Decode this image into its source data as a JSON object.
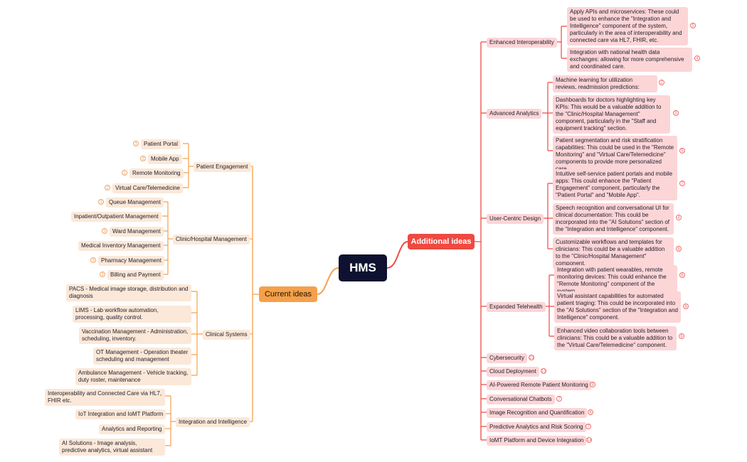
{
  "root": "HMS",
  "left_main": "Current ideas",
  "right_main": "Additional ideas",
  "left": {
    "patient_engagement": {
      "label": "Patient Engagement",
      "items": [
        {
          "label": "Patient Portal",
          "count": "3"
        },
        {
          "label": "Mobile App",
          "count": "3"
        },
        {
          "label": "Remote Monitoring",
          "count": "1"
        },
        {
          "label": "Virtual Care/Telemedicine",
          "count": "2"
        }
      ]
    },
    "clinic_management": {
      "label": "Clinic/Hospital Management",
      "items": [
        {
          "label": "Queue Management",
          "count": "3"
        },
        {
          "label": "Inpatient/Outpatient Management",
          "count": ""
        },
        {
          "label": "Ward Management",
          "count": "3"
        },
        {
          "label": "Medical Inventory Management",
          "count": ""
        },
        {
          "label": "Pharmacy Management",
          "count": "3"
        },
        {
          "label": "Billing and Payment",
          "count": "3"
        }
      ]
    },
    "clinical_systems": {
      "label": "Clinical Systems",
      "items": [
        "PACS - Medical image storage, distribution and diagnosis",
        "LIMS - Lab workflow automation, processing, quality control.",
        "Vaccination Management - Administration, scheduling, inventory.",
        "OT Management - Operation theater scheduling and management",
        "Ambulance Management - Vehicle tracking, duty roster, maintenance"
      ]
    },
    "integration": {
      "label": "Integration and Intelligence",
      "items": [
        "Interoperability and Connected Care via HL7, FHIR etc.",
        "IoT Integration and IoMT Platform",
        "Analytics and Reporting",
        "AI Solutions - Image analysis, predictive analytics, virtual assistant"
      ]
    }
  },
  "right": {
    "interoperability": {
      "label": "Enhanced Interoperability",
      "items": [
        {
          "text": "Apply APIs and microservices: These could be used to enhance the \"Integration and Intelligence\" component of the system, particularly in the area of interoperability and connected care via HL7, FHIR, etc.",
          "count": "5"
        },
        {
          "text": "Integration with national health data exchanges: allowing for more comprehensive and coordinated care.",
          "count": "4"
        }
      ]
    },
    "analytics": {
      "label": "Advanced Analytics",
      "items": [
        {
          "text": "Machine learning for utilization reviews, readmission predictions:",
          "count": "2"
        },
        {
          "text": "Dashboards for doctors highlighting key KPIs: This would be a valuable addition to the \"Clinic/Hospital Management\" component, particularly in the \"Staff and equipment tracking\" section.",
          "count": "5"
        },
        {
          "text": "Patient segmentation and risk stratification capabilities: This could be used in the \"Remote Monitoring\" and \"Virtual Care/Telemedicine\" components to provide more personalized care.",
          "count": "5"
        }
      ]
    },
    "ucd": {
      "label": "User-Centric Design",
      "items": [
        {
          "text": "Intuitive self-service patient portals and mobile apps: This could enhance the \"Patient Engagement\" component, particularly the \"Patient Portal\" and \"Mobile App\".",
          "count": "7"
        },
        {
          "text": "Speech recognition and conversational UI for clinical documentation: This could be incorporated into the \"AI Solutions\" section of the \"Integration and Intelligence\" component.",
          "count": "4"
        },
        {
          "text": "Customizable workflows and templates for clinicians: This could be a valuable addition to the \"Clinic/Hospital Management\" component.",
          "count": "6"
        }
      ]
    },
    "telehealth": {
      "label": "Expanded Telehealth",
      "items": [
        {
          "text": "Integration with patient wearables, remote monitoring devices: This could enhance the \"Remote Monitoring\" component of the system.",
          "count": "6"
        },
        {
          "text": "Virtual assistant capabilities for automated patient triaging: This could be incorporated into the \"AI Solutions\" section of the \"Integration and Intelligence\" component.",
          "count": "6"
        },
        {
          "text": "Enhanced video collaboration tools between clinicians: This could be a valuable addition to the \"Virtual Care/Telemedicine\" component.",
          "count": "6"
        }
      ]
    },
    "simple": [
      {
        "label": "Cybersecurity",
        "count": "21"
      },
      {
        "label": "Cloud Deployment",
        "count": "13"
      },
      {
        "label": "AI-Powered Remote Patient Monitoring",
        "count": "9"
      },
      {
        "label": "Conversational Chatbots",
        "count": "7"
      },
      {
        "label": "Image Recognition and Quantification",
        "count": "6"
      },
      {
        "label": "Predictive Analytics and Risk Scoring",
        "count": "7"
      },
      {
        "label": "IoMT Platform and Device Integration",
        "count": "14"
      }
    ]
  },
  "colors": {
    "left_accent": "#f5a04a",
    "right_accent": "#ee4a42",
    "root": "#0e1230",
    "left_node": "#fbe8d8",
    "right_node": "#fcd5d7"
  }
}
